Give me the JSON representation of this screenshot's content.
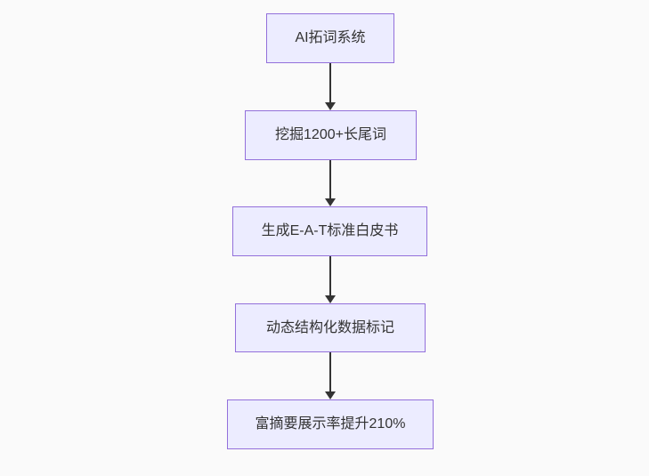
{
  "diagram": {
    "type": "flowchart",
    "direction": "top-down",
    "nodes": [
      {
        "label": "AI拓词系统"
      },
      {
        "label": "挖掘1200+长尾词"
      },
      {
        "label": "生成E-A-T标准白皮书"
      },
      {
        "label": "动态结构化数据标记"
      },
      {
        "label": "富摘要展示率提升210%"
      }
    ],
    "edges": [
      {
        "from": "AI拓词系统",
        "to": "挖掘1200+长尾词"
      },
      {
        "from": "挖掘1200+长尾词",
        "to": "生成E-A-T标准白皮书"
      },
      {
        "from": "生成E-A-T标准白皮书",
        "to": "动态结构化数据标记"
      },
      {
        "from": "动态结构化数据标记",
        "to": "富摘要展示率提升210%"
      }
    ],
    "colors": {
      "background": "#fafafa",
      "node_fill": "#ececff",
      "node_border": "#9370db",
      "arrow": "#333333",
      "text": "#333333"
    }
  }
}
